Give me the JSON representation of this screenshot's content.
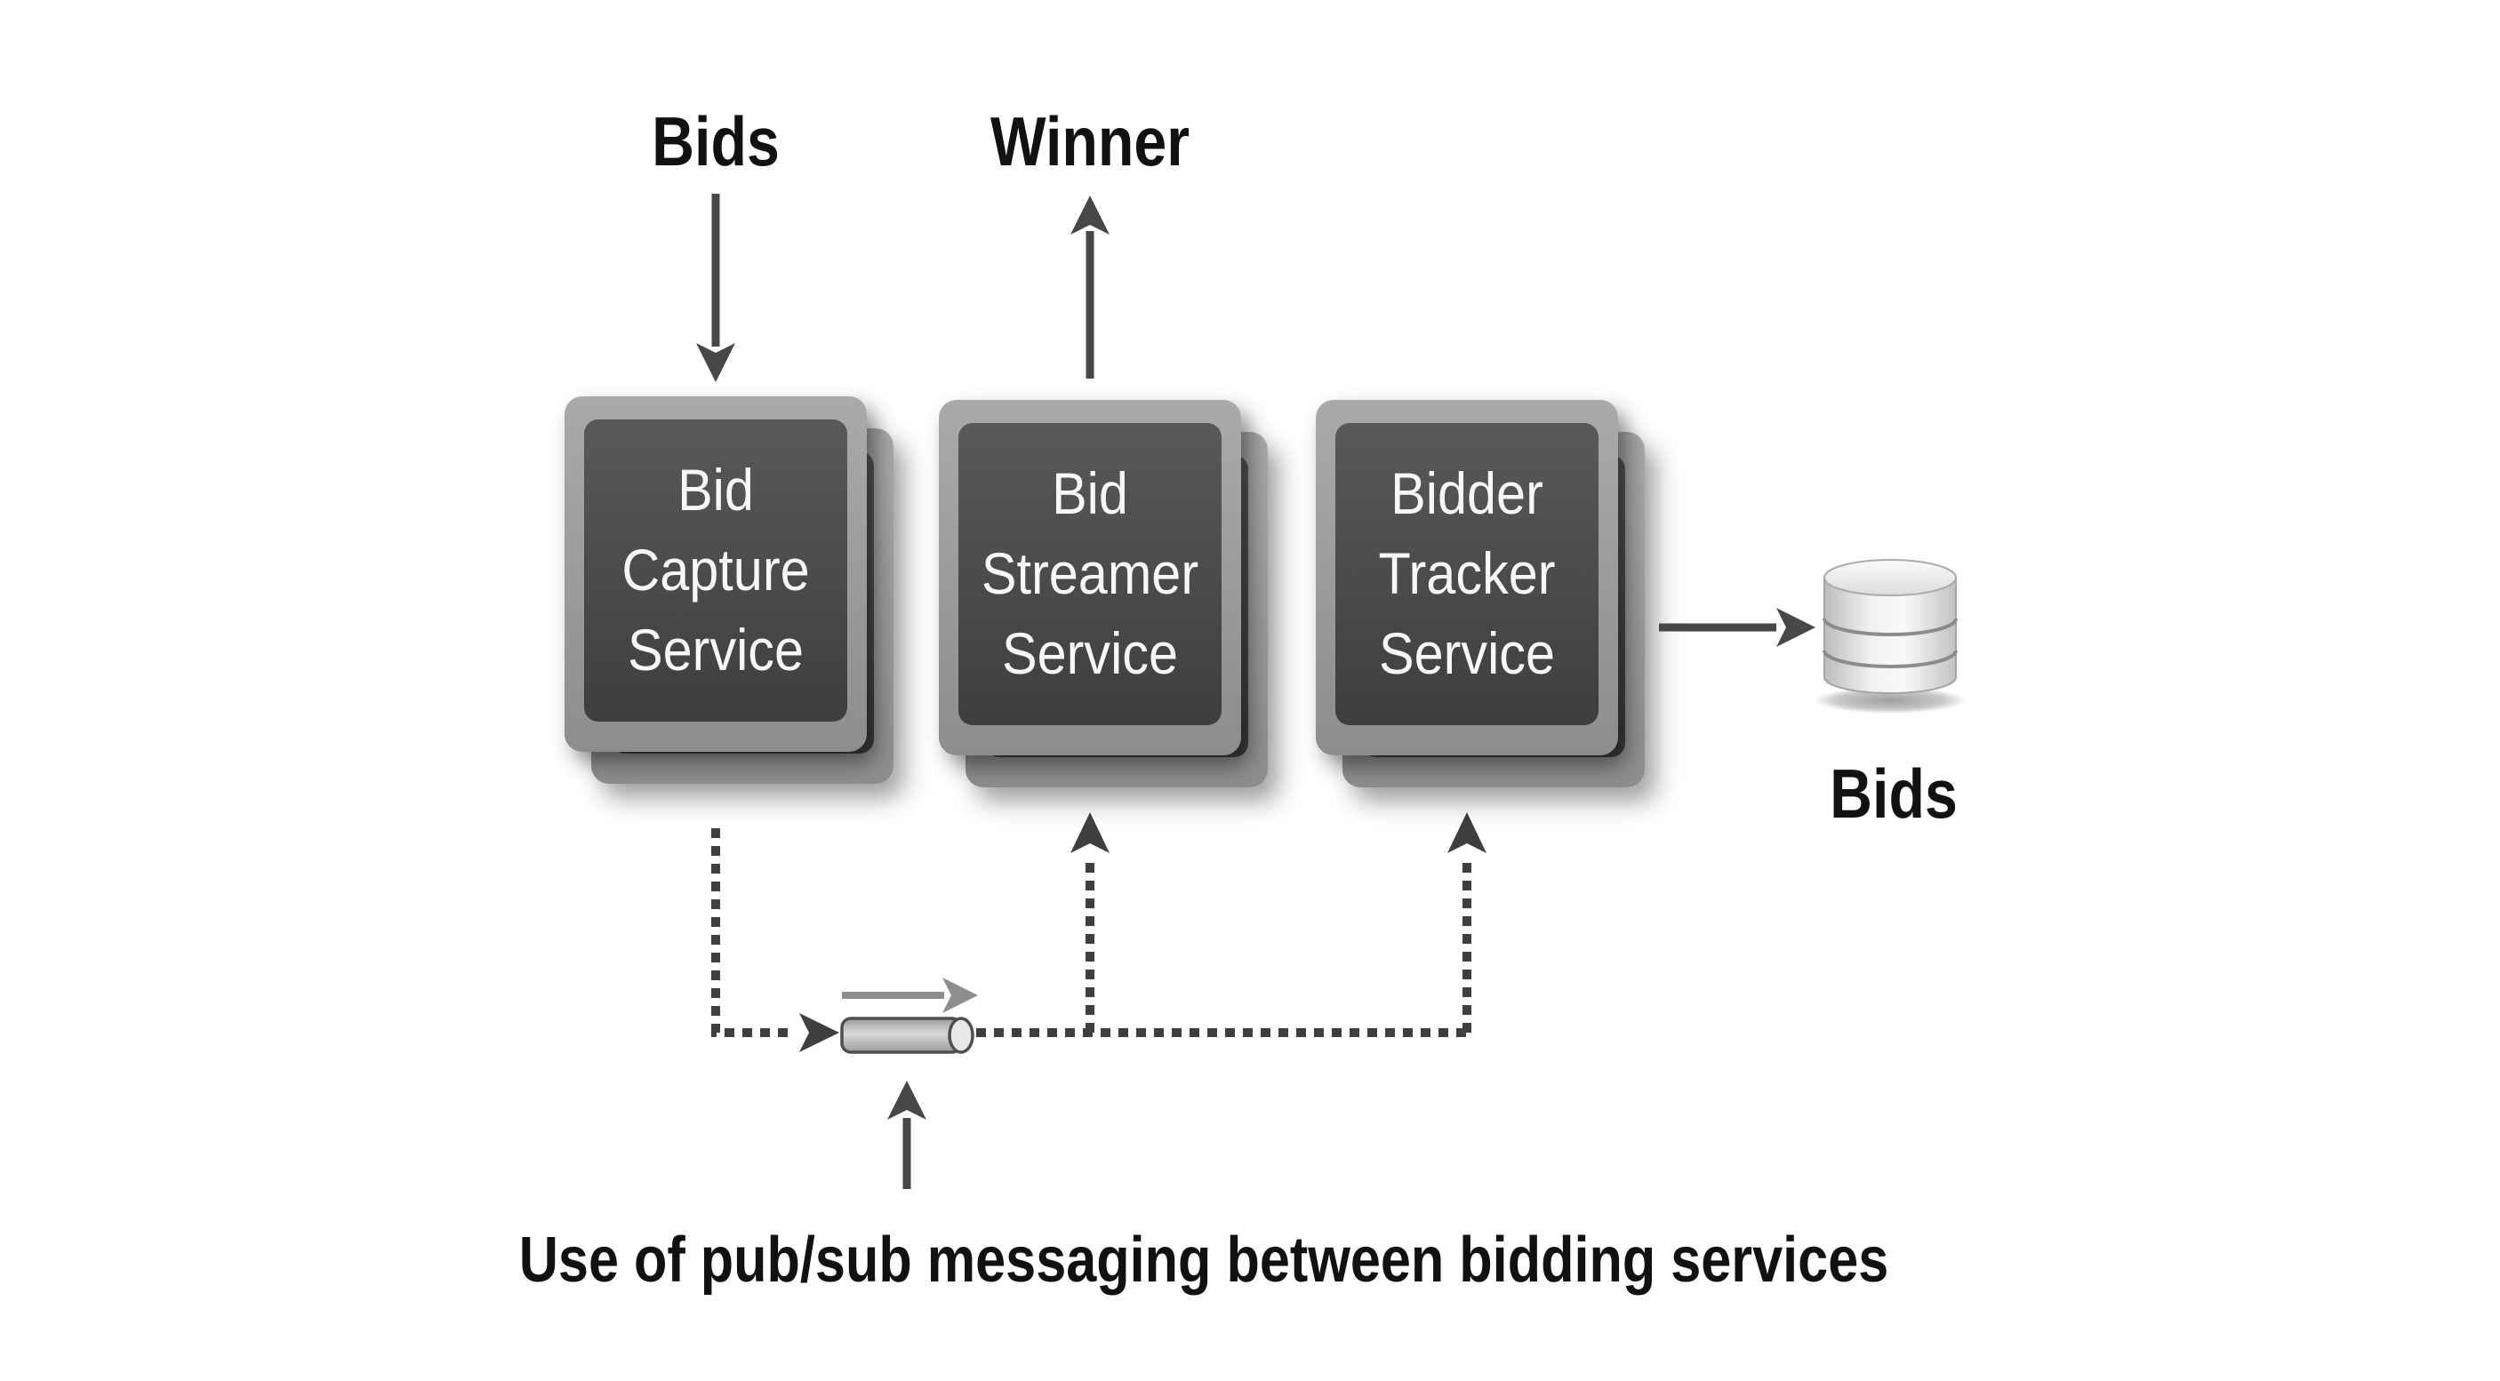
{
  "labels": {
    "incoming": "Bids",
    "outgoing": "Winner",
    "datastore": "Bids"
  },
  "services": [
    {
      "label": "Bid Capture Service"
    },
    {
      "label": "Bid Streamer Service"
    },
    {
      "label": "Bidder Tracker Service"
    }
  ],
  "caption": "Use of pub/sub messaging between bidding services",
  "icons": {
    "datastore": "database-cylinder-icon",
    "channel": "message-channel-pipe-icon"
  },
  "colors": {
    "background": "#ffffff",
    "text": "#111111",
    "line": "#3f3f3f",
    "arrow": "#474747",
    "accent_gray": "#8e8e8e",
    "box_text": "#f7f7f7",
    "box_inner_top": "#595959",
    "box_inner_bottom": "#3e3e3e"
  }
}
